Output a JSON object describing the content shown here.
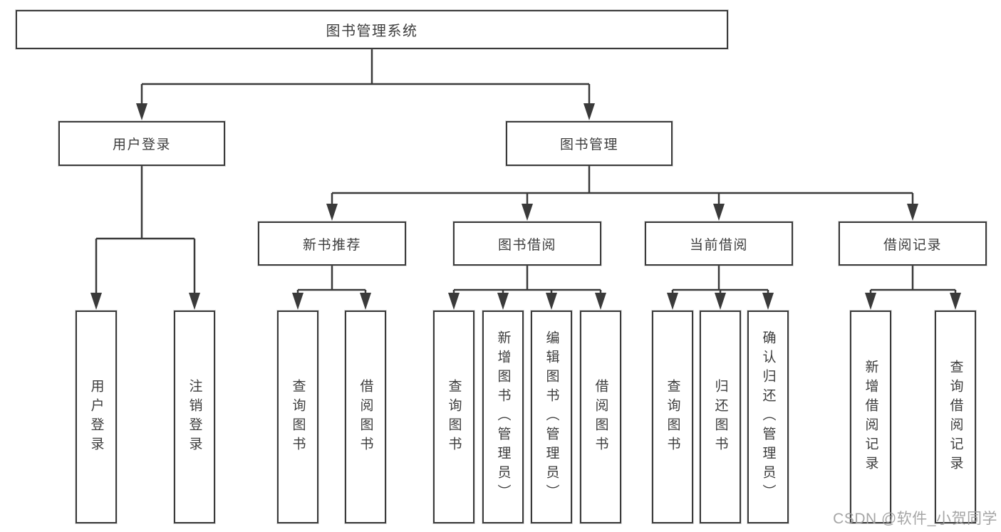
{
  "tree": {
    "root": {
      "label": "图书管理系统",
      "children": [
        {
          "label": "用户登录",
          "children": [
            {
              "label": "用户登录"
            },
            {
              "label": "注销登录"
            }
          ]
        },
        {
          "label": "图书管理",
          "children": [
            {
              "label": "新书推荐",
              "children": [
                {
                  "label": "查询图书"
                },
                {
                  "label": "借阅图书"
                }
              ]
            },
            {
              "label": "图书借阅",
              "children": [
                {
                  "label": "查询图书"
                },
                {
                  "label": "新增图书（管理员）"
                },
                {
                  "label": "编辑图书（管理员）"
                },
                {
                  "label": "借阅图书"
                }
              ]
            },
            {
              "label": "当前借阅",
              "children": [
                {
                  "label": "查询图书"
                },
                {
                  "label": "归还图书"
                },
                {
                  "label": "确认归还（管理员）"
                }
              ]
            },
            {
              "label": "借阅记录",
              "children": [
                {
                  "label": "新增借阅记录"
                },
                {
                  "label": "查询借阅记录"
                }
              ]
            }
          ]
        }
      ]
    }
  },
  "watermark": {
    "text": "CSDN @软件_小贺同学"
  },
  "colors": {
    "line": "#3a3a3a",
    "text": "#3d3d3d",
    "watermark": "#9e9e9e",
    "background": "#ffffff"
  }
}
